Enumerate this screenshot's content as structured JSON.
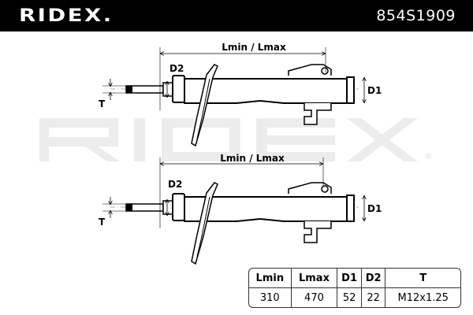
{
  "header": {
    "brand": "RIDEX.",
    "part_number": "854S1909"
  },
  "watermark": {
    "text": "RIDEX",
    "reg": "®"
  },
  "diagram": {
    "dimension_label": "Lmin / Lmax",
    "d1": "D1",
    "d2": "D2",
    "t": "T"
  },
  "table": {
    "headers": [
      "Lmin",
      "Lmax",
      "D1",
      "D2",
      "T"
    ],
    "values": [
      "310",
      "470",
      "52",
      "22",
      "M12x1.25"
    ]
  }
}
